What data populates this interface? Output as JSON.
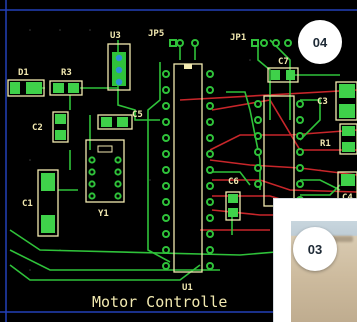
{
  "board": {
    "title": "Motor Controlle",
    "background": "#000000",
    "colors": {
      "trace_green": "#2fc23a",
      "trace_red": "#c8262a",
      "silkscreen": "#f2e9b0",
      "pad_green": "#3fd14a",
      "via": "#2b8fd6",
      "border_blue": "#2340b8"
    }
  },
  "components": {
    "u3": "U3",
    "jp5": "JP5",
    "jp1": "JP1",
    "d1": "D1",
    "r3": "R3",
    "c7": "C7",
    "c5": "C5",
    "c2": "C2",
    "c3": "C3",
    "r1": "R1",
    "c6": "C6",
    "c1": "C1",
    "y1": "Y1",
    "u1": "U1",
    "c4": "C4"
  },
  "badges": {
    "top": "04",
    "bottom": "03"
  },
  "thumbnail": {
    "fragment": ""
  }
}
